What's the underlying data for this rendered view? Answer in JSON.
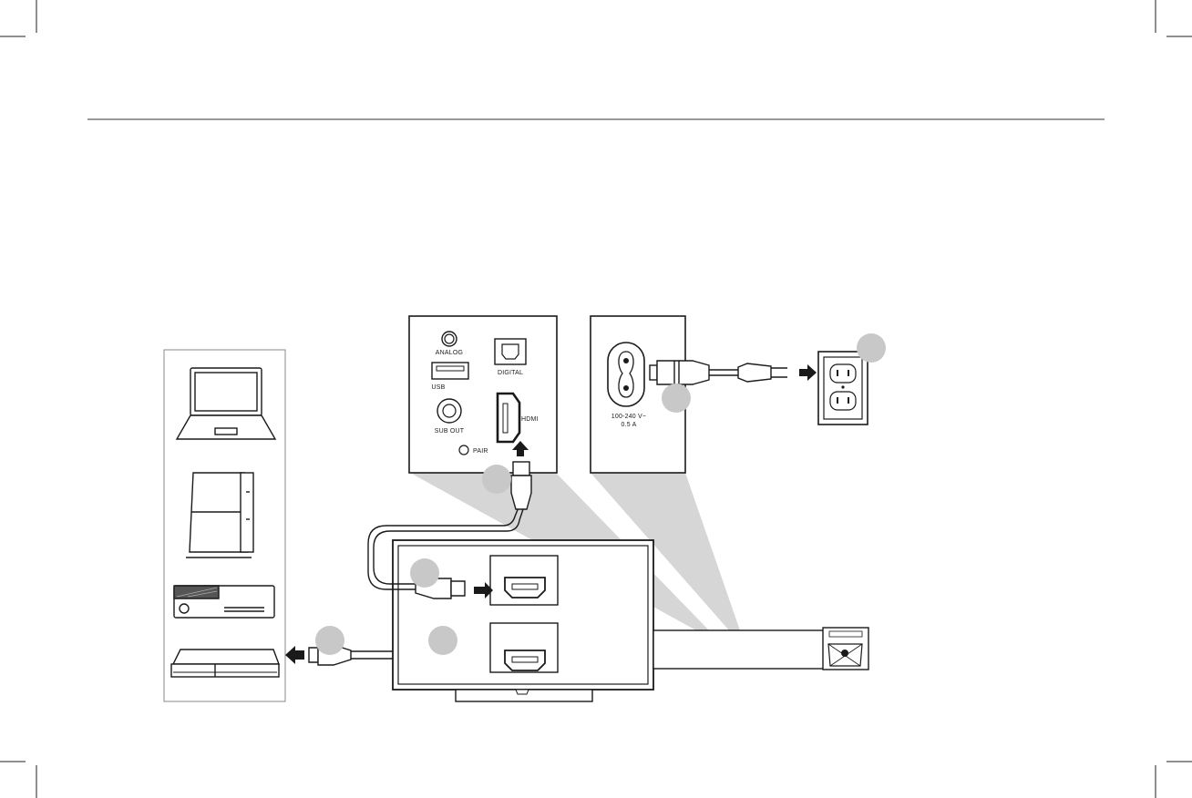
{
  "panel_labels": {
    "analog": "ANALOG",
    "digital": "DIGITAL",
    "usb": "USB",
    "sub_out": "SUB OUT",
    "hdmi": "HDMI",
    "pair": "PAIR",
    "power_rating_line1": "100-240 V~",
    "power_rating_line2": "0.5 A"
  },
  "devices": [
    "laptop-icon",
    "game-console-vertical-icon",
    "game-console-horizontal-icon",
    "set-top-box-icon"
  ],
  "colors": {
    "line": "#1a1a1a",
    "callout": "#c8c8c8",
    "projection": "#d4d4d4",
    "rule": "#333333"
  }
}
